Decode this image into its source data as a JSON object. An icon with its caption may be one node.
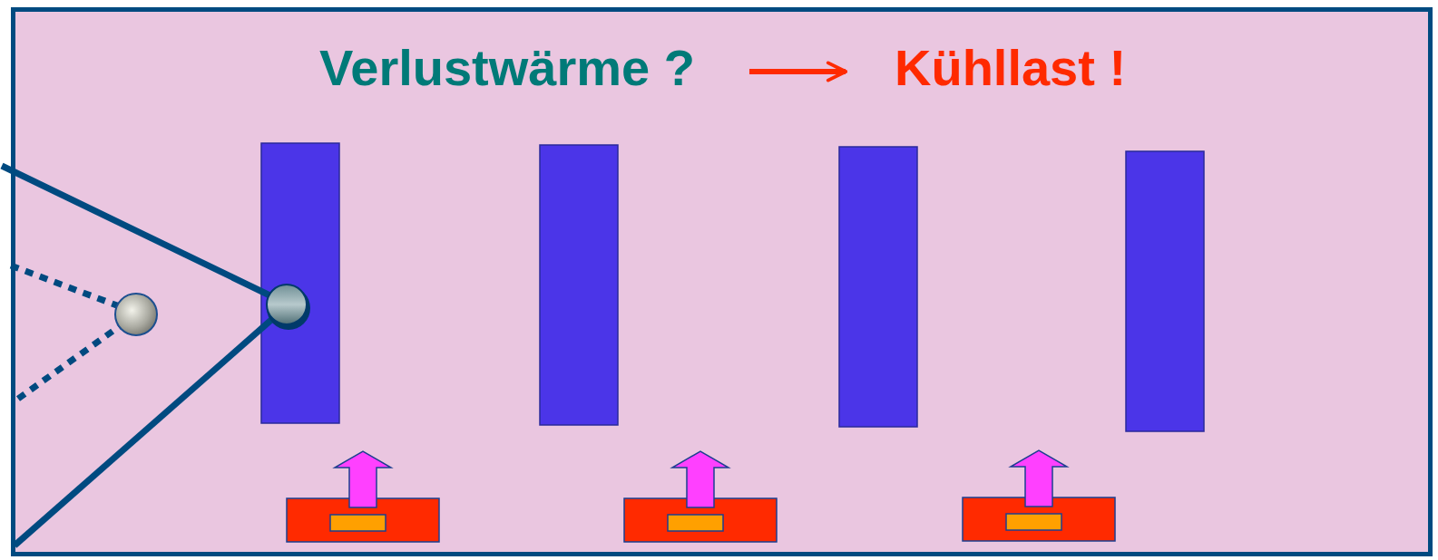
{
  "diagram": {
    "nodes": [
      {
        "text": [
          "Verlustwärme ?"
        ]
      },
      {
        "text": [
          "Kühllast !"
        ]
      }
    ],
    "edges": [
      {
        "from": 0,
        "to": 1,
        "arrow": "to"
      }
    ]
  }
}
